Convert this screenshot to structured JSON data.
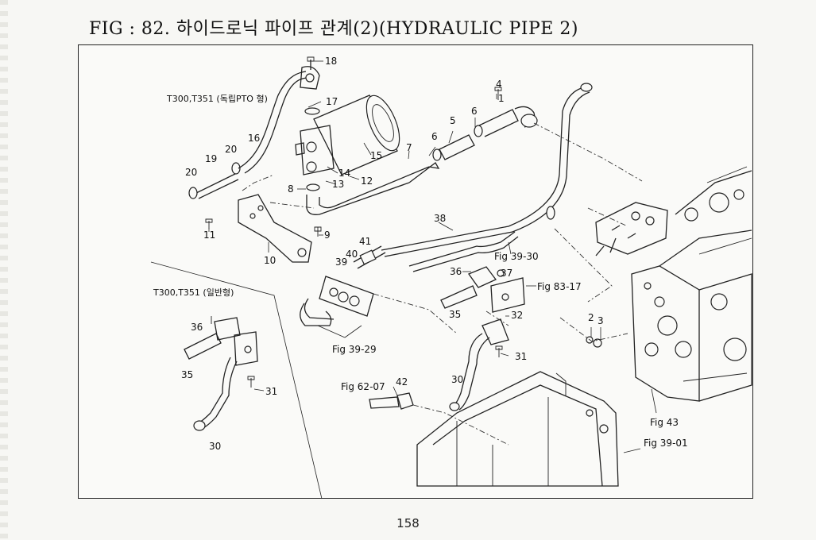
{
  "page": {
    "title": "FIG : 82. 하이드로닉 파이프 관계(2)(HYDRAULIC PIPE 2)",
    "page_number": "158"
  },
  "variants": {
    "independent_pto": "T300,T351 (독립PTO 형)",
    "general": "T300,T351 (일반형)"
  },
  "callouts": [
    "1",
    "2",
    "3",
    "4",
    "5",
    "6",
    "6",
    "7",
    "8",
    "9",
    "10",
    "11",
    "12",
    "13",
    "14",
    "15",
    "16",
    "17",
    "18",
    "19",
    "20",
    "20",
    "30",
    "30",
    "31",
    "31",
    "32",
    "35",
    "35",
    "36",
    "36",
    "37",
    "38",
    "39",
    "40",
    "41",
    "42"
  ],
  "figure_refs": [
    "Fig 39-30",
    "Fig 83-17",
    "Fig 39-29",
    "Fig 62-07",
    "Fig 43",
    "Fig 39-01"
  ]
}
